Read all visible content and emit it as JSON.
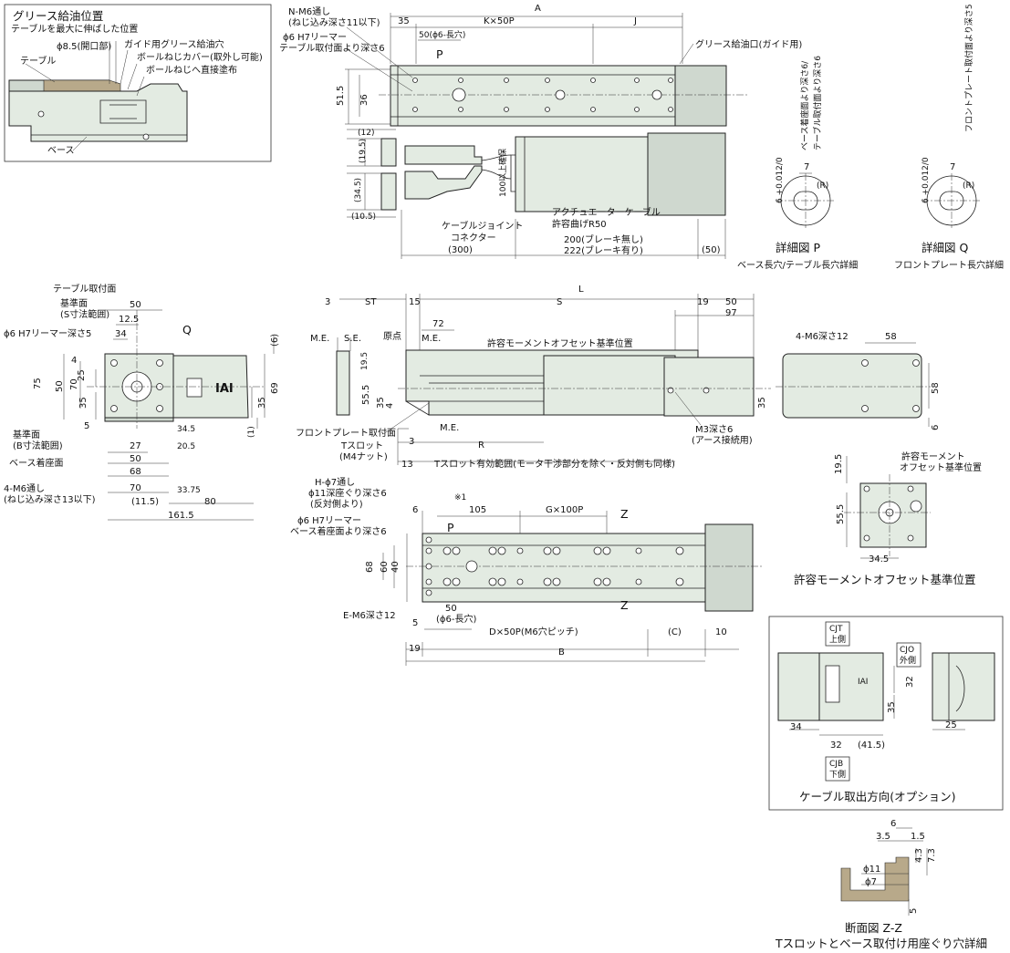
{
  "grease": {
    "title": "グリース給油位置",
    "subtitle": "テーブルを最大に伸ばした位置",
    "hole": "ϕ8.5(開口部)",
    "guide_hole": "ガイド用グリース給油穴",
    "table": "テーブル",
    "cover": "ボールねじカバー(取外し可能)",
    "direct": "ボールねじへ直接塗布",
    "base": "ベース"
  },
  "top": {
    "A": "A",
    "d35": "35",
    "KxP": "K×50P",
    "J": "J",
    "nm6a": "N-M6通し",
    "nm6b": "(ねじ込み深さ11以下)",
    "h7a": "ϕ6 H7リーマー",
    "h7b": "テーブル取付面より深さ6",
    "slot": "50(ϕ6-長穴)",
    "P": "P",
    "grease_port": "グリース給油口(ガイド用)",
    "d515": "51.5",
    "d36": "36",
    "d12": "(12)",
    "d195": "(19.5)",
    "d345": "(34.5)",
    "d105": "(10.5)",
    "d100": "100以上確保",
    "cable1": "アクチュエーターケーブル",
    "cable2": "許容曲げR50",
    "joint1": "ケーブルジョイント",
    "joint2": "コネクター",
    "d300": "(300)",
    "d200": "200(ブレーキ無し)",
    "d222": "222(ブレーキ有り)",
    "d50": "(50)"
  },
  "detailP": {
    "dim7": "7",
    "R": "(R)",
    "tol": "6 +0.012/0",
    "side1": "ベース着座面より深さ6/",
    "side2": "テーブル取付面より深さ6",
    "title": "詳細図 P",
    "caption": "ベース長穴/テーブル長穴詳細"
  },
  "detailQ": {
    "dim7": "7",
    "R": "(R)",
    "tol": "6 +0.012/0",
    "side1": "フロントプレート取付面より深さ5",
    "title": "詳細図 Q",
    "caption": "フロントプレート長穴詳細"
  },
  "front": {
    "mount": "テーブル取付面",
    "ref1": "基準面",
    "ref1b": "(S寸法範囲)",
    "reamer": "ϕ6 H7リーマー深さ5",
    "d50": "50",
    "d125": "12.5",
    "d34": "34",
    "Q": "Q",
    "d4": "4",
    "d75": "75",
    "d25": "25",
    "d50v": "50",
    "d70": "70",
    "d35": "35",
    "d5": "5",
    "d6": "(6)",
    "d69": "69",
    "d35b": "35",
    "d1": "(1)",
    "d345": "34.5",
    "d205": "20.5",
    "d3375": "33.75",
    "d27": "27",
    "d50b": "50",
    "d68": "68",
    "d70b": "70",
    "d115": "(11.5)",
    "d80": "80",
    "d1615": "161.5",
    "ref2": "基準面",
    "ref2b": "(B寸法範囲)",
    "seat": "ベース着座面",
    "m6a": "4-M6通し",
    "m6b": "(ねじ込み深さ13以下)",
    "logo": "IAI"
  },
  "side": {
    "L": "L",
    "d3": "3",
    "ST": "ST",
    "d15": "15",
    "S": "S",
    "d19": "19",
    "d50": "50",
    "d97": "97",
    "ME": "M.E.",
    "SE": "S.E.",
    "origin": "原点",
    "d72": "72",
    "moment": "許容モーメントオフセット基準位置",
    "d195": "19.5",
    "d555": "55.5",
    "d4": "4",
    "d35": "35",
    "fp": "フロントプレート取付面",
    "ts": "Tスロット",
    "tsb": "(M4ナット)",
    "d3b": "3",
    "R": "R",
    "d13": "13",
    "range": "Tスロット有効範囲(モータ干渉部分を除く・反対側も同様)",
    "m3": "M3深さ6",
    "m3b": "(アース接続用)",
    "ME2": "M.E."
  },
  "endview": {
    "m6": "4-M6深さ12",
    "d58": "58",
    "d58v": "58",
    "d6": "6"
  },
  "bottom": {
    "h": "H-ϕ7通し",
    "hb": "ϕ11深座ぐり深さ6",
    "hc": "(反対側より)",
    "reamer": "ϕ6 H7リーマー",
    "reamerb": "ベース着座面より深さ6",
    "note1": "※1",
    "d6": "6",
    "d105": "105",
    "GxP": "G×100P",
    "Z": "Z",
    "P": "P",
    "d68": "68",
    "d60": "60",
    "d40": "40",
    "em6": "E-M6深さ12",
    "d5": "5",
    "slot": "50",
    "slotb": "(ϕ6-長穴)",
    "d19": "19",
    "DxP": "D×50P(M6穴ピッチ)",
    "C": "(C)",
    "d10": "10",
    "B": "B"
  },
  "offset": {
    "d195": "19.5",
    "label": "許容モーメント",
    "labelb": "オフセット基準位置",
    "d555": "55.5",
    "d345": "34.5",
    "caption": "許容モーメントオフセット基準位置"
  },
  "cable_opt": {
    "cjt": "CJT",
    "cjtb": "上側",
    "cjo": "CJO",
    "cjob": "外側",
    "cjb": "CJB",
    "cjbb": "下側",
    "d32": "32",
    "d35": "35",
    "d34": "34",
    "d32b": "32",
    "d415": "(41.5)",
    "d25": "25",
    "caption": "ケーブル取出方向(オプション)"
  },
  "section": {
    "d6": "6",
    "d35": "3.5",
    "d15": "1.5",
    "d43": "4.3",
    "d73": "7.3",
    "d11": "ϕ11",
    "d7": "ϕ7",
    "d5": "5",
    "title": "断面図 Z-Z",
    "caption": "Tスロットとベース取付け用座ぐり穴詳細"
  }
}
